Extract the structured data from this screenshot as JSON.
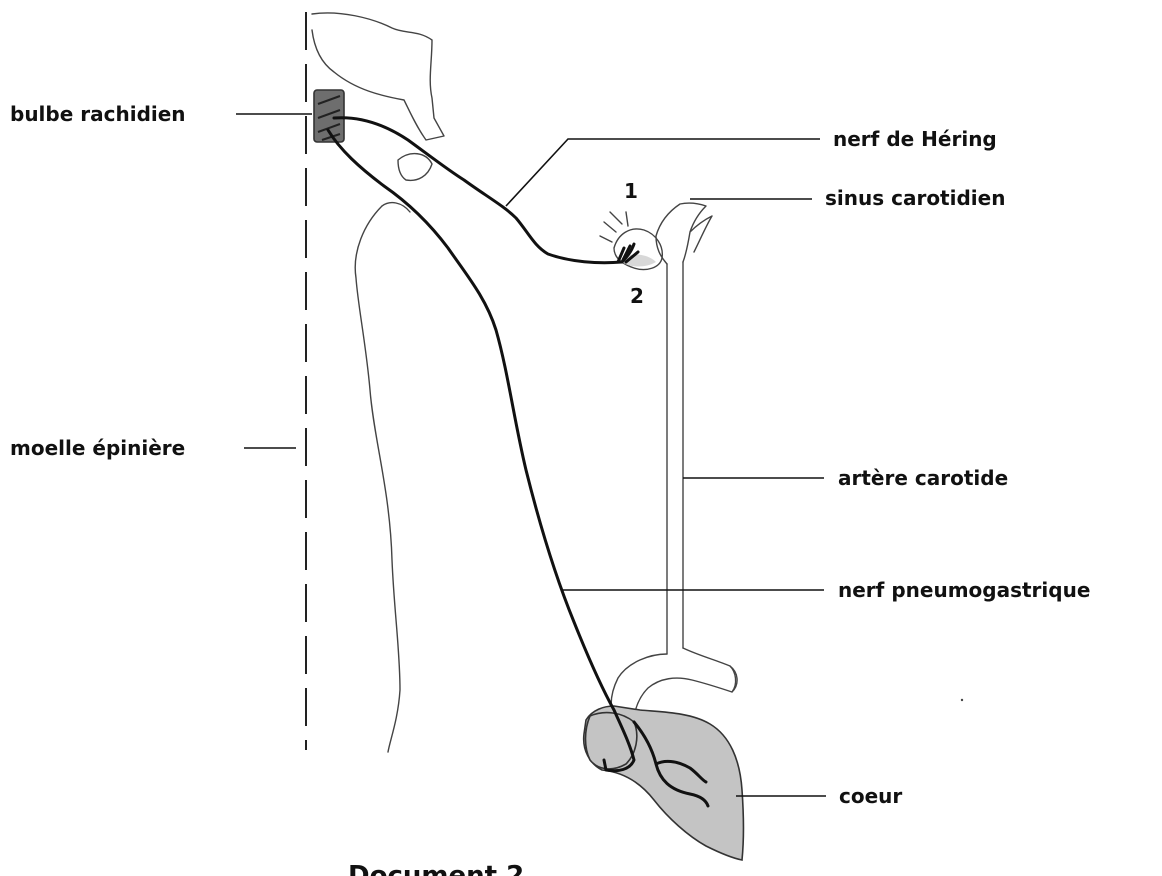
{
  "labels": {
    "bulbe": "bulbe rachidien",
    "moelle": "moelle épinière",
    "hering": "nerf de Héring",
    "sinus": "sinus carotidien",
    "artere": "artère carotide",
    "pneumo": "nerf pneumogastrique",
    "coeur": "coeur",
    "num1": "1",
    "num2": "2"
  },
  "title": "Document 2",
  "colors": {
    "organ_fill": "#c4c4c4",
    "outline": "#444444",
    "nerve": "#111111"
  }
}
